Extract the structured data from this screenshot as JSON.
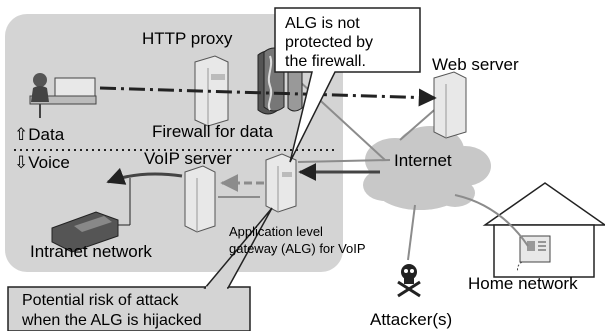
{
  "labels": {
    "http_proxy": "HTTP proxy",
    "alg_callout": [
      "ALG is not",
      "protected by",
      "the firewall."
    ],
    "web_server": "Web server",
    "data": "⇧Data",
    "voice": "⇩Voice",
    "firewall_for_data": "Firewall for data",
    "internet": "Internet",
    "voip_server": "VoIP server",
    "alg_label": [
      "Application level",
      "gateway (ALG) for VoIP"
    ],
    "intranet_network": "Intranet network",
    "home_network": "Home network",
    "risk_callout": [
      "Potential risk of attack",
      "when the ALG is hijacked"
    ],
    "attackers": "Attacker(s)"
  },
  "colors": {
    "intranet_bg": "#d4d4d4",
    "cloud_fill": "#c8c8c8",
    "device_body": "#e8e8e8",
    "line_dark": "#222222",
    "line_gray": "#8c8c8c"
  }
}
